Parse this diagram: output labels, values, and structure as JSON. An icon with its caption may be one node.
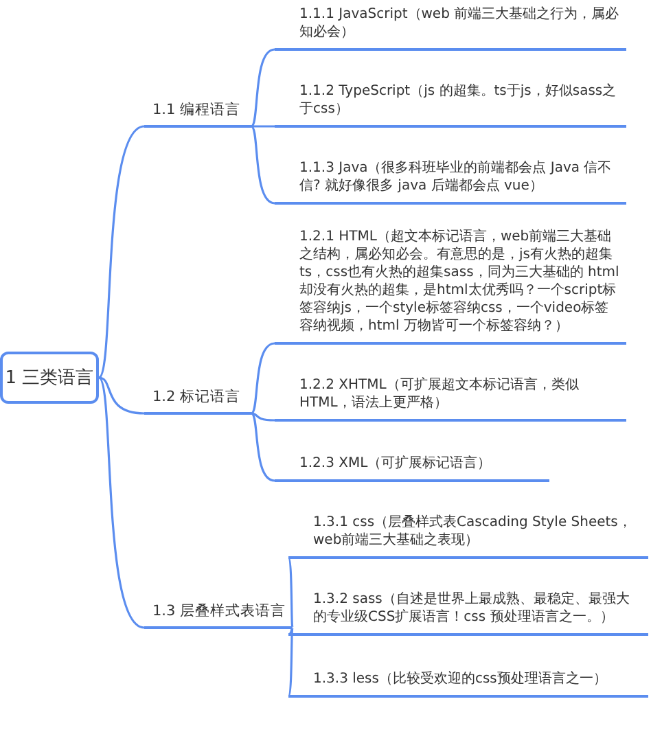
{
  "diagram": {
    "nodes": [
      {
        "text": [
          "1 三类语言"
        ]
      },
      {
        "text": [
          "1.1 编程语言"
        ]
      },
      {
        "text": [
          "1.1.1 JavaScript（web 前端三大基础之行为，属必知必会）"
        ]
      },
      {
        "text": [
          "1.1.2 TypeScript（js 的超集。ts于js，好似sass之于css）"
        ]
      },
      {
        "text": [
          "1.1.3 Java（很多科班毕业的前端都会点 Java 信不信? 就好像很多 java 后端都会点 vue）"
        ]
      },
      {
        "text": [
          "1.2 标记语言"
        ]
      },
      {
        "text": [
          "1.2.1 HTML（超文本标记语言，web前端三大基础之结构，属必知必会。有意思的是，js有火热的超集ts，css也有火热的超集sass，同为三大基础的 html 却没有火热的超集，是html太优秀吗？一个script标签容纳js，一个style标签容纳css，一个video标签容纳视频，html 万物皆可一个标签容纳？）"
        ]
      },
      {
        "text": [
          "1.2.2 XHTML（可扩展超文本标记语言，类似 HTML，语法上更严格）"
        ]
      },
      {
        "text": [
          "1.2.3 XML（可扩展标记语言）"
        ]
      },
      {
        "text": [
          "1.3 层叠样式表语言"
        ]
      },
      {
        "text": [
          "1.3.1 css（层叠样式表Cascading Style Sheets，web前端三大基础之表现）"
        ]
      },
      {
        "text": [
          "1.3.2 sass（自述是世界上最成熟、最稳定、最强大的专业级CSS扩展语言！css 预处理语言之一。）"
        ]
      },
      {
        "text": [
          "1.3.3 less（比较受欢迎的css预处理语言之一）"
        ]
      }
    ],
    "edges": [
      {
        "from": 0,
        "to": 1,
        "arrow": "none"
      },
      {
        "from": 1,
        "to": 2,
        "arrow": "none"
      },
      {
        "from": 1,
        "to": 3,
        "arrow": "none"
      },
      {
        "from": 1,
        "to": 4,
        "arrow": "none"
      },
      {
        "from": 0,
        "to": 5,
        "arrow": "none"
      },
      {
        "from": 5,
        "to": 6,
        "arrow": "none"
      },
      {
        "from": 5,
        "to": 7,
        "arrow": "none"
      },
      {
        "from": 5,
        "to": 8,
        "arrow": "none"
      },
      {
        "from": 0,
        "to": 9,
        "arrow": "none"
      },
      {
        "from": 9,
        "to": 10,
        "arrow": "none"
      },
      {
        "from": 9,
        "to": 11,
        "arrow": "none"
      },
      {
        "from": 9,
        "to": 12,
        "arrow": "none"
      }
    ]
  }
}
